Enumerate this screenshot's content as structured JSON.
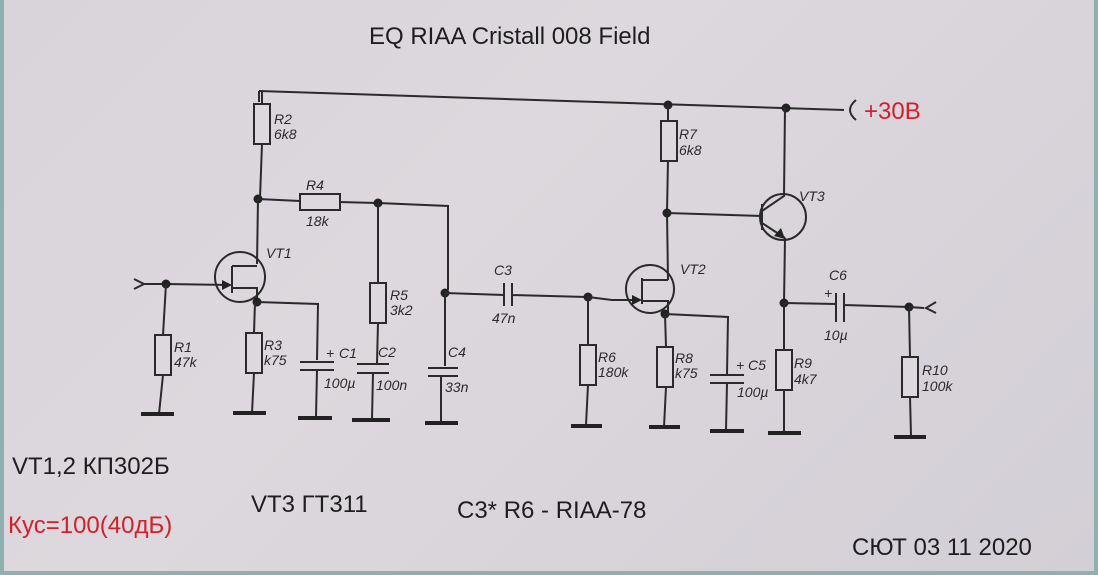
{
  "title": "EQ RIAA Cristall 008 Field",
  "supply": {
    "label": "+30B",
    "color": "#d41f2a"
  },
  "components": {
    "R1": {
      "ref": "R1",
      "value": "47k"
    },
    "R2": {
      "ref": "R2",
      "value": "6k8"
    },
    "R3": {
      "ref": "R3",
      "value": "k75"
    },
    "R4": {
      "ref": "R4",
      "value": "18k"
    },
    "R5": {
      "ref": "R5",
      "value": "3k2"
    },
    "R6": {
      "ref": "R6",
      "value": "180k"
    },
    "R7": {
      "ref": "R7",
      "value": "6k8"
    },
    "R8": {
      "ref": "R8",
      "value": "k75"
    },
    "R9": {
      "ref": "R9",
      "value": "4k7"
    },
    "R10": {
      "ref": "R10",
      "value": "100k"
    },
    "C1": {
      "ref": "C1",
      "value": "100µ",
      "polarity": "+"
    },
    "C2": {
      "ref": "C2",
      "value": "100n"
    },
    "C3": {
      "ref": "C3",
      "value": "47n"
    },
    "C4": {
      "ref": "C4",
      "value": "33n"
    },
    "C5": {
      "ref": "C5",
      "value": "100µ",
      "polarity": "+"
    },
    "C6": {
      "ref": "C6",
      "value": "10µ",
      "polarity": "+"
    },
    "VT1": {
      "ref": "VT1"
    },
    "VT2": {
      "ref": "VT2"
    },
    "VT3": {
      "ref": "VT3"
    }
  },
  "notes": {
    "fet_types": "VT1,2  КП302Б",
    "bjt_type": "VT3 ГТ311",
    "riaa_note": "C3* R6  -  RIAA-78",
    "gain": "Кус=100(40дБ)",
    "signature": "СЮТ 03 11 2020"
  }
}
